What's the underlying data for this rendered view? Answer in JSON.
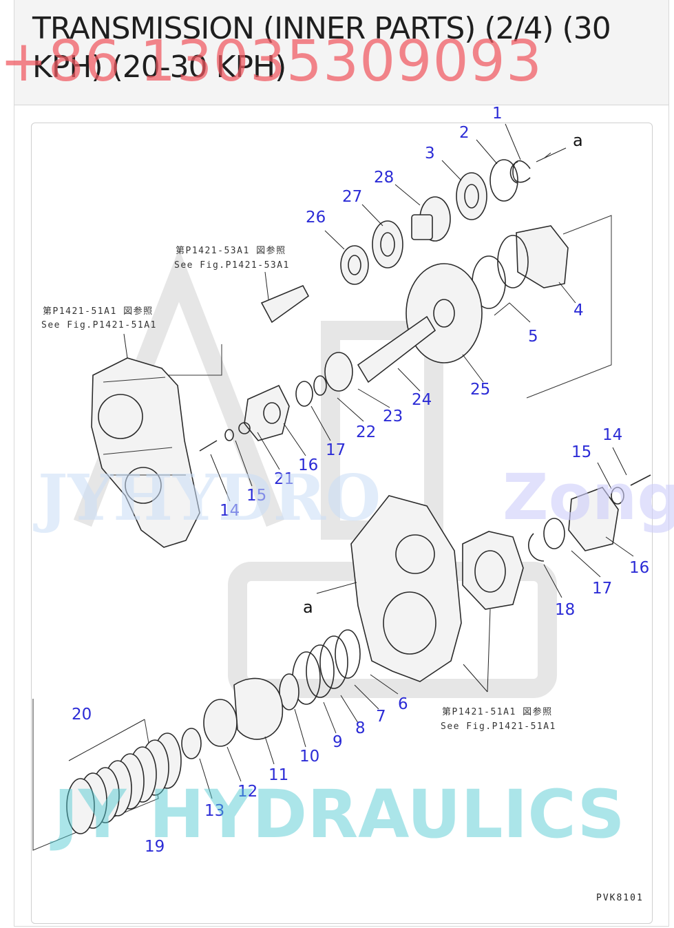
{
  "header": {
    "title": "TRANSMISSION (INNER PARTS) (2/4) (30 KPH) (20-30 KPH)"
  },
  "watermarks": {
    "phone": "+86 13035309093",
    "brand": "JY HYDRAULICS",
    "brand_faint": "JYHYDRO",
    "brand_faint_2": "Zong"
  },
  "diagram": {
    "drawing_code": "PVK8101",
    "direction_pins": [
      "a",
      "a"
    ],
    "reference_notes": [
      {
        "jp": "第P1421-53A1 図参照",
        "en": "See Fig.P1421-53A1"
      },
      {
        "jp": "第P1421-51A1 図参照",
        "en": "See Fig.P1421-51A1"
      },
      {
        "jp": "第P1421-51A1 図参照",
        "en": "See Fig.P1421-51A1"
      }
    ],
    "callouts": [
      "1",
      "2",
      "3",
      "28",
      "27",
      "26",
      "4",
      "5",
      "25",
      "24",
      "23",
      "22",
      "17",
      "16",
      "21",
      "15",
      "14",
      "14",
      "15",
      "16",
      "17",
      "18",
      "6",
      "7",
      "8",
      "9",
      "10",
      "11",
      "12",
      "13",
      "20",
      "19"
    ]
  },
  "colors": {
    "callout": "#2b2bd6",
    "phone_watermark": "#f05860",
    "brand_watermark": "#50c8d2",
    "header_bg": "#f4f4f4"
  }
}
